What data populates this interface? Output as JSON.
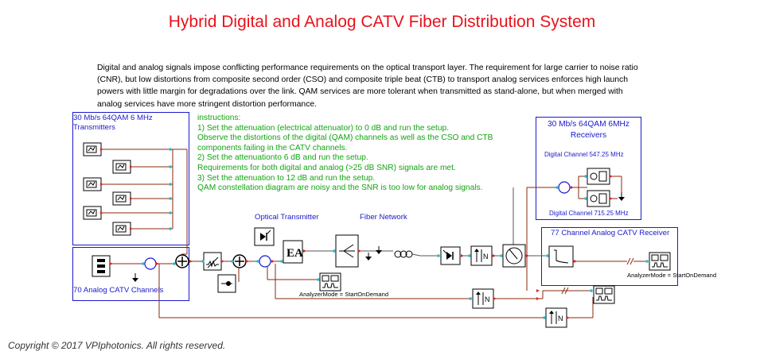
{
  "title": "Hybrid Digital and Analog CATV Fiber Distribution System",
  "description": "Digital and analog signals impose conflicting performance requirements on the optical transport layer. The requirement for large carrier to noise ratio (CNR), but low distortions from composite second order (CSO) and composite triple beat (CTB) to transport analog services enforces high launch powers with little margin for degradations over the link. QAM services are more tolerant when transmitted as stand-alone, but when merged with analog services have more stringent distortion performance.",
  "instructions": [
    "instructions:",
    "1) Set the attenuation (electrical attenuator) to 0 dB and run the setup.",
    "Observe the distortions of the digital (QAM) channels as well as the CSO and CTB",
    "components failing in the CATV channels.",
    "2) Set the attenuationto 6 dB and run the setup.",
    "Requirements for both digital and analog  (>25 dB SNR) signals are met.",
    "3) Set the attenuation to 12 dB and run the setup.",
    "QAM constellation diagram are noisy and the SNR is too low for analog signals."
  ],
  "blocks": {
    "transmitters": "30 Mb/s 64QAM 6 MHz Transmitters",
    "catv_channels": "70 Analog CATV Channels",
    "optical_transmitter": "Optical Transmitter",
    "fiber_network": "Fiber Network",
    "receivers_line1": "30 Mb/s 64QAM 6MHz",
    "receivers_line2": "Receivers",
    "digital_channel_1": "Digital Channel 547.25 MHz",
    "digital_channel_2": "Digital Channel 715.25 MHz",
    "catv_receiver": "77 Channel Analog CATV Receiver",
    "analyzer_mode_1": "AnalyzerMode = StartOnDemand",
    "analyzer_mode_2": "AnalyzerMode = StartOnDemand",
    "laser_label": "EA"
  },
  "copyright": "Copyright © 2017 VPIphotonics. All rights reserved.",
  "colors": {
    "title": "#e8121b",
    "instructions": "#12a412",
    "block_labels": "#1a1acc",
    "electrical_wire": "#8a2a0a",
    "optical_wire": "#555555",
    "port_in": "#2cb8c8",
    "port_out": "#e02020"
  }
}
